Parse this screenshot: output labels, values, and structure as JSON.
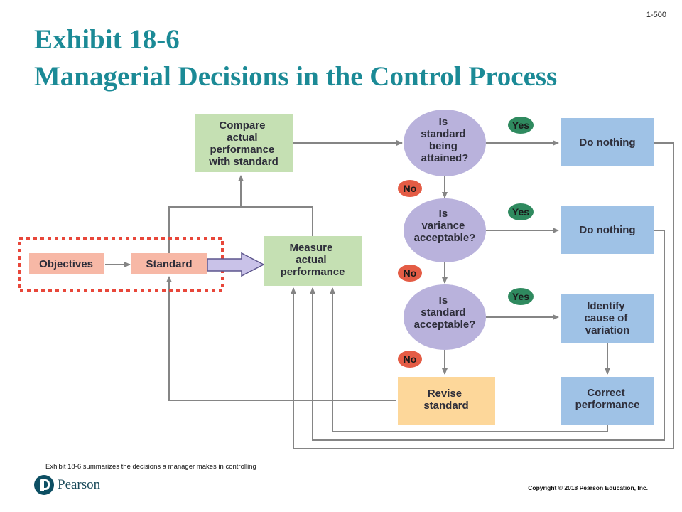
{
  "slide": {
    "number": "1-500"
  },
  "title": {
    "line1": "Exhibit 18-6",
    "line2": "Managerial Decisions in the Control Process"
  },
  "diagram": {
    "compare": [
      "Compare",
      "actual",
      "performance",
      "with standard"
    ],
    "measure": [
      "Measure",
      "actual",
      "performance"
    ],
    "objectives": "Objectives",
    "standard": "Standard",
    "question_1": [
      "Is",
      "standard",
      "being",
      "attained?"
    ],
    "question_2": [
      "Is",
      "variance",
      "acceptable?"
    ],
    "question_3": [
      "Is",
      "standard",
      "acceptable?"
    ],
    "do_nothing_1": "Do nothing",
    "do_nothing_2": "Do nothing",
    "identify": [
      "Identify",
      "cause of",
      "variation"
    ],
    "correct": [
      "Correct",
      "performance"
    ],
    "revise": [
      "Revise",
      "standard"
    ],
    "yes_label": "Yes",
    "no_label": "No",
    "colors": {
      "green": "#c5e0b3",
      "blue": "#9fc2e6",
      "salmon": "#f7b8a6",
      "yellow": "#fdd79a",
      "purple": "#b9b2dc",
      "yes_pill": "#2f8a5f",
      "no_pill": "#e45c45",
      "dotted_border": "#e8473a",
      "title": "#1b8a96"
    }
  },
  "footer": {
    "caption": "Exhibit 18-6 summarizes the decisions a manager makes in controlling",
    "logo_text": "Pearson",
    "copyright": "Copyright © 2018 Pearson Education, Inc."
  }
}
